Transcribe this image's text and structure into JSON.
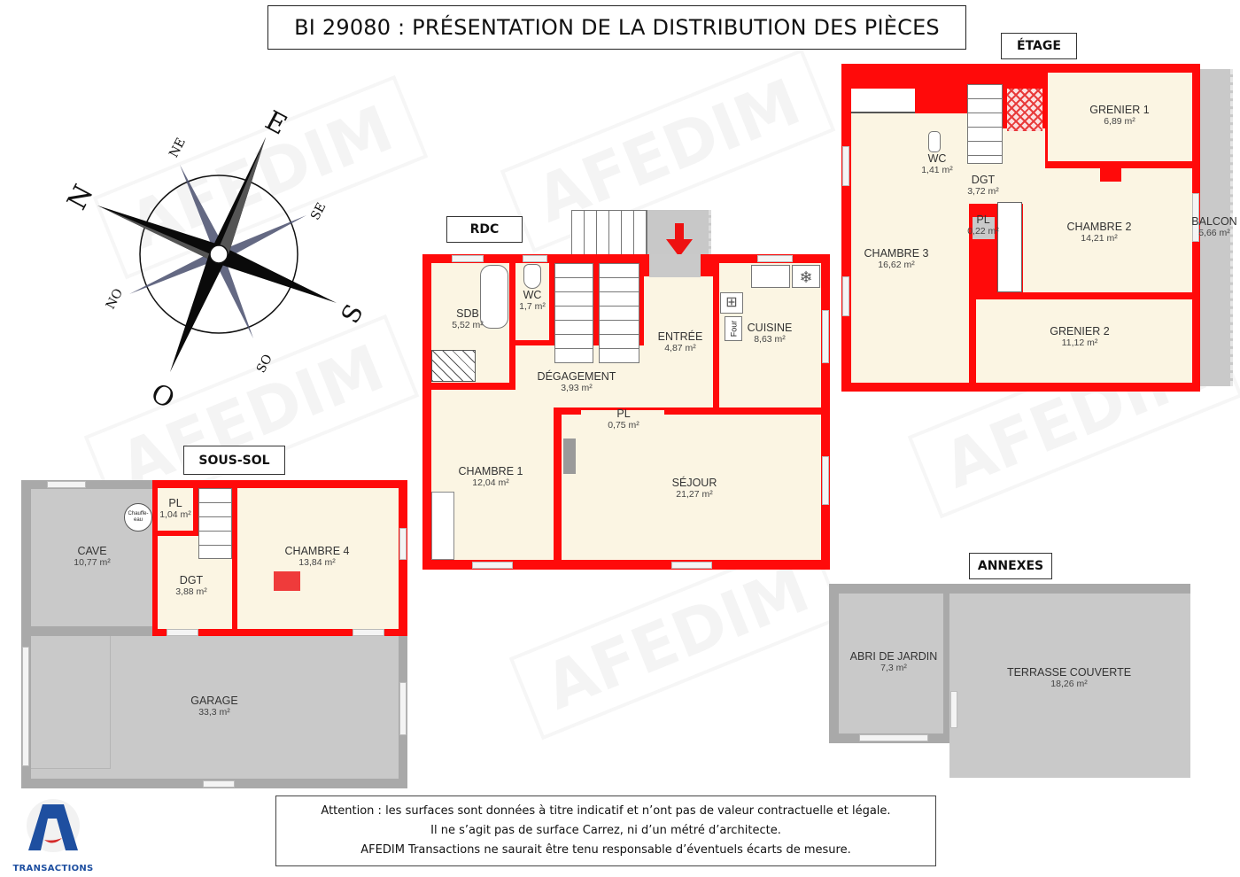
{
  "header": {
    "title": "BI 29080 : PRÉSENTATION DE LA DISTRIBUTION DES PIÈCES"
  },
  "compass": {
    "labels": {
      "n": "N",
      "ne": "NE",
      "e": "E",
      "se": "SE",
      "s": "S",
      "so": "SO",
      "o": "O",
      "no": "NO"
    }
  },
  "levels": {
    "rdc": {
      "label": "RDC",
      "rooms": [
        {
          "name": "SDB",
          "area": "5,52 m²"
        },
        {
          "name": "WC",
          "area": "1,7 m²"
        },
        {
          "name": "ENTRÉE",
          "area": "4,87 m²"
        },
        {
          "name": "CUISINE",
          "area": "8,63 m²"
        },
        {
          "name": "DÉGAGEMENT",
          "area": "3,93 m²"
        },
        {
          "name": "PL",
          "area": "0,75 m²"
        },
        {
          "name": "CHAMBRE 1",
          "area": "12,04 m²"
        },
        {
          "name": "SÉJOUR",
          "area": "21,27 m²"
        }
      ],
      "appliance_label": "Four"
    },
    "etage": {
      "label": "ÉTAGE",
      "rooms": [
        {
          "name": "GRENIER 1",
          "area": "6,89 m²"
        },
        {
          "name": "WC",
          "area": "1,41 m²"
        },
        {
          "name": "DGT",
          "area": "3,72 m²"
        },
        {
          "name": "PL",
          "area": "0,22 m²"
        },
        {
          "name": "CHAMBRE 2",
          "area": "14,21 m²"
        },
        {
          "name": "BALCON",
          "area": "5,66 m²"
        },
        {
          "name": "CHAMBRE 3",
          "area": "16,62 m²"
        },
        {
          "name": "GRENIER 2",
          "area": "11,12 m²"
        }
      ]
    },
    "sous_sol": {
      "label": "SOUS-SOL",
      "rooms": [
        {
          "name": "PL",
          "area": "1,04 m²"
        },
        {
          "name": "CAVE",
          "area": "10,77 m²"
        },
        {
          "name": "DGT",
          "area": "3,88 m²"
        },
        {
          "name": "CHAMBRE 4",
          "area": "13,84 m²"
        },
        {
          "name": "GARAGE",
          "area": "33,3 m²"
        }
      ],
      "appliance_label_1": "Chauffe-",
      "appliance_label_2": "eau"
    },
    "annexes": {
      "label": "ANNEXES",
      "rooms": [
        {
          "name": "ABRI DE JARDIN",
          "area": "7,3 m²"
        },
        {
          "name": "TERRASSE COUVERTE",
          "area": "18,26 m²"
        }
      ]
    }
  },
  "watermark": {
    "text": "AFEDIM"
  },
  "disclaimer": {
    "line1": "Attention : les surfaces sont données à titre indicatif et n’ont pas de valeur contractuelle et légale.",
    "line2": "Il ne s’agit pas de surface Carrez, ni d’un métré d’architecte.",
    "line3": "AFEDIM Transactions ne saurait être tenu responsable d’éventuels écarts de mesure."
  },
  "logo": {
    "text": "TRANSACTIONS",
    "letter": "A"
  },
  "colors": {
    "wall_red": "#ff0a0a",
    "floor_cream": "#fbf5e3",
    "annex_gray": "#c9c9c9",
    "annex_wall": "#a9a9a9",
    "logo_blue": "#1e4fa0",
    "logo_red": "#d42a2a"
  }
}
